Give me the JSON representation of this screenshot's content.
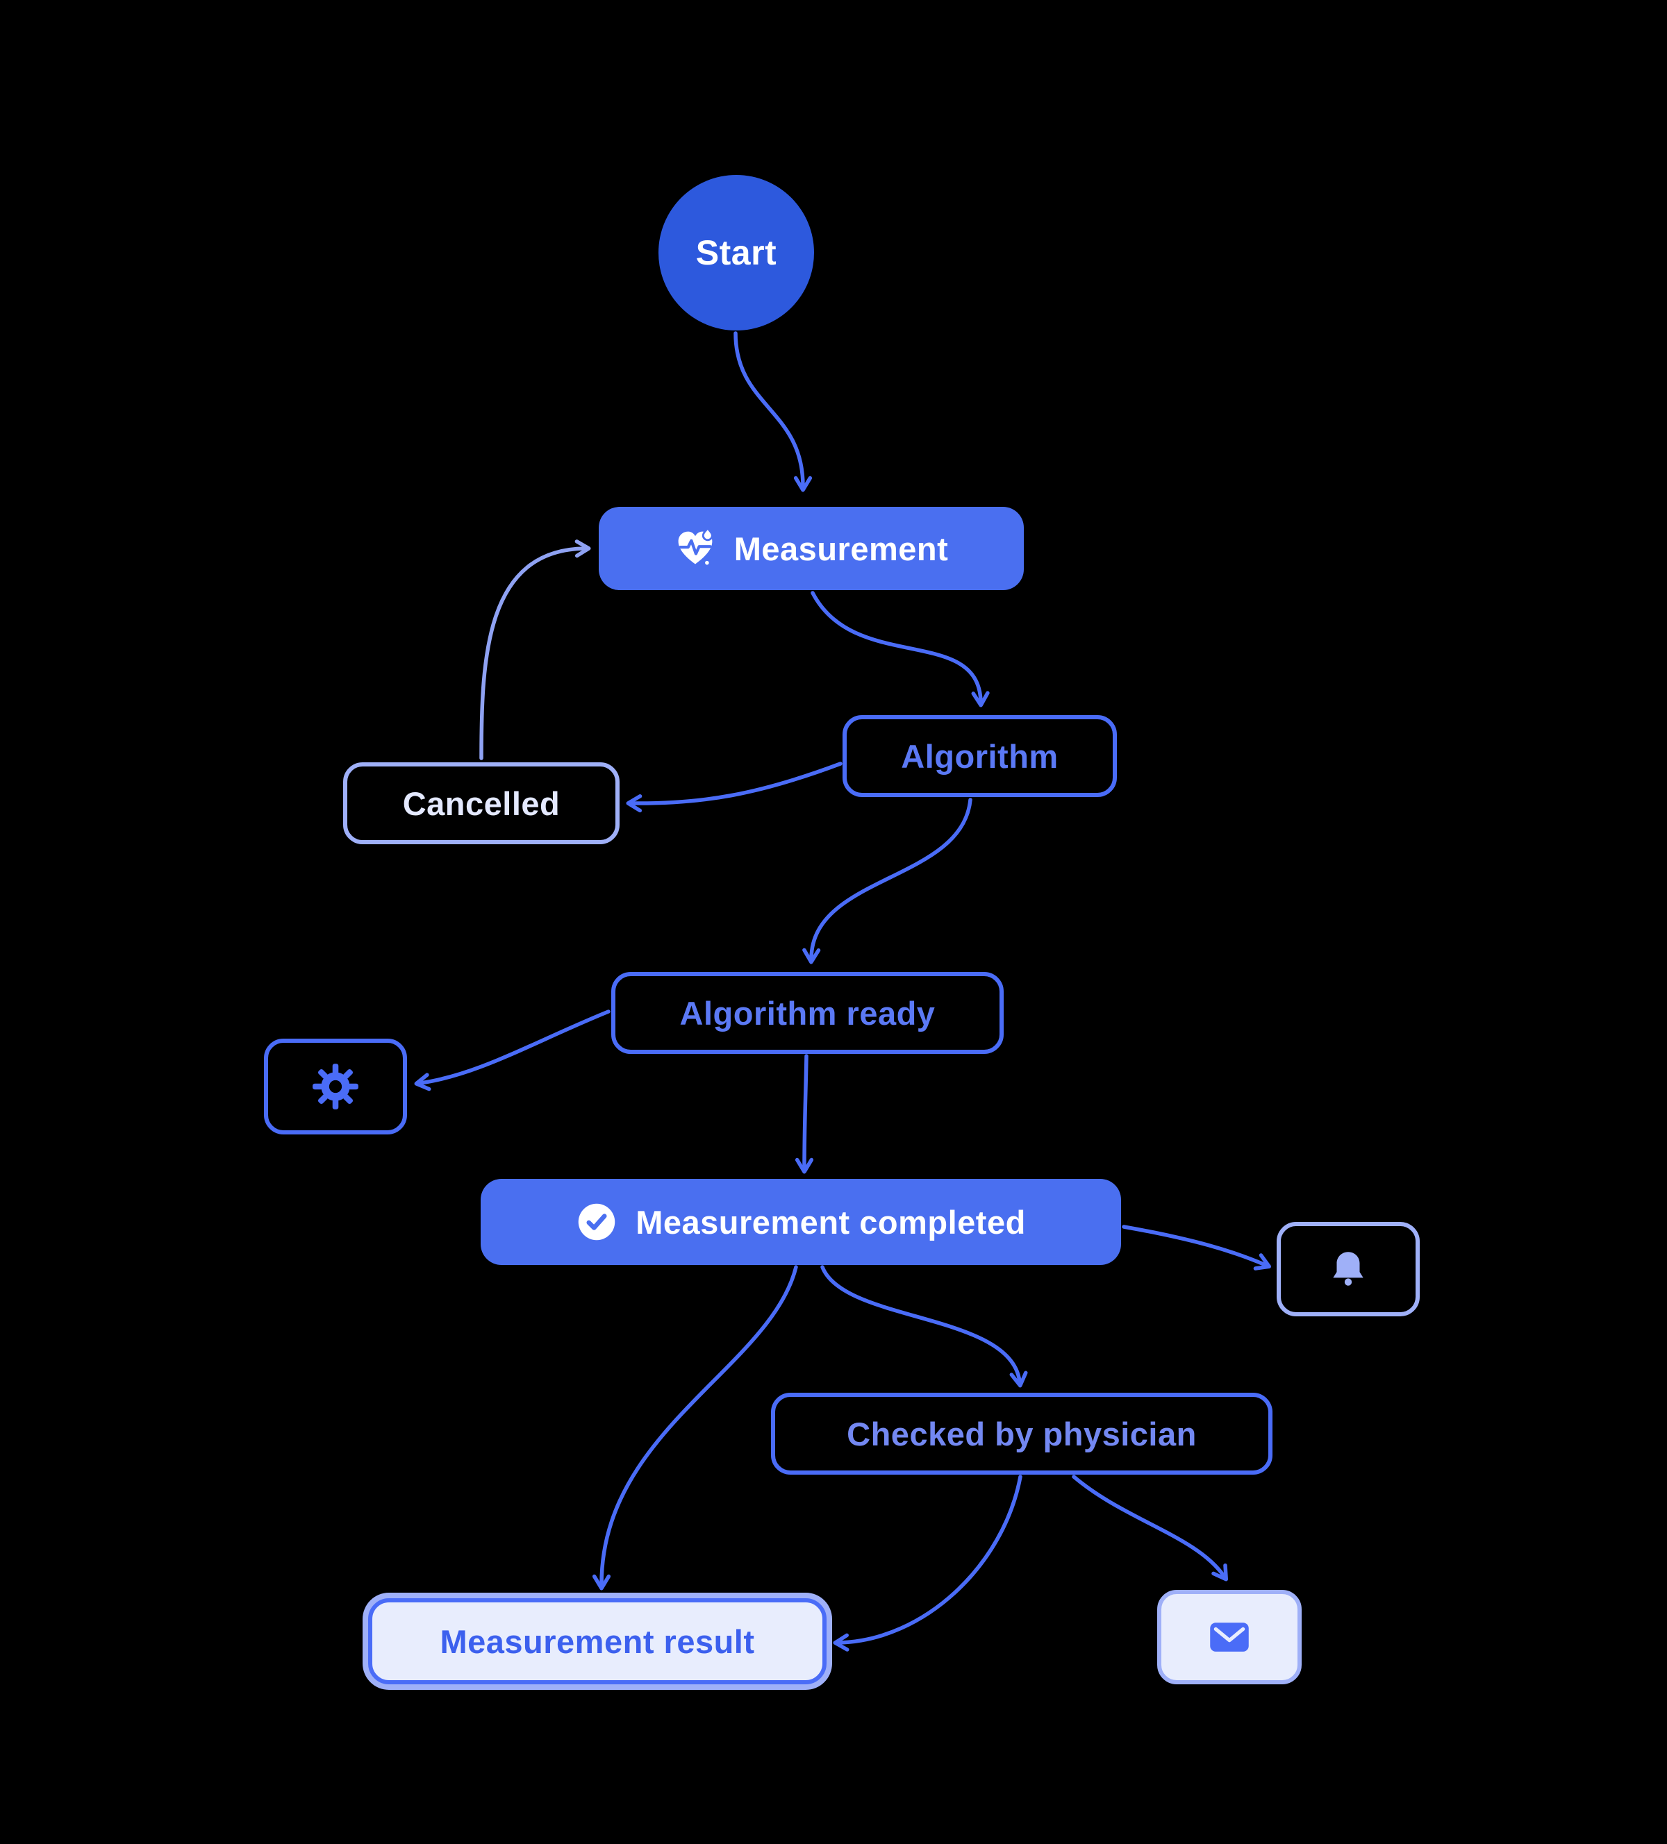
{
  "diagram": {
    "type": "flowchart",
    "background": "#000000",
    "nodes": {
      "start": {
        "label": "Start",
        "kind": "start-circle"
      },
      "measurement": {
        "label": "Measurement",
        "icon": "heart-pulse-icon",
        "kind": "filled"
      },
      "algorithm": {
        "label": "Algorithm",
        "kind": "outlined"
      },
      "cancelled": {
        "label": "Cancelled",
        "kind": "outlined-light"
      },
      "algorithm_ready": {
        "label": "Algorithm ready",
        "kind": "outlined"
      },
      "settings": {
        "label": "",
        "icon": "gear-icon",
        "kind": "outlined-icon"
      },
      "measurement_completed": {
        "label": "Measurement completed",
        "icon": "check-circle-icon",
        "kind": "filled"
      },
      "notification": {
        "label": "",
        "icon": "bell-icon",
        "kind": "outlined-icon-light"
      },
      "checked_by_physician": {
        "label": "Checked by physician",
        "kind": "outlined"
      },
      "measurement_result": {
        "label": "Measurement result",
        "kind": "result"
      },
      "message": {
        "label": "",
        "icon": "envelope-icon",
        "kind": "light-icon"
      }
    },
    "edges": [
      {
        "from": "start",
        "to": "measurement"
      },
      {
        "from": "measurement",
        "to": "algorithm"
      },
      {
        "from": "algorithm",
        "to": "cancelled"
      },
      {
        "from": "cancelled",
        "to": "measurement"
      },
      {
        "from": "algorithm",
        "to": "algorithm_ready"
      },
      {
        "from": "algorithm_ready",
        "to": "settings"
      },
      {
        "from": "algorithm_ready",
        "to": "measurement_completed"
      },
      {
        "from": "measurement_completed",
        "to": "notification"
      },
      {
        "from": "measurement_completed",
        "to": "checked_by_physician"
      },
      {
        "from": "measurement_completed",
        "to": "measurement_result"
      },
      {
        "from": "checked_by_physician",
        "to": "measurement_result"
      },
      {
        "from": "checked_by_physician",
        "to": "message"
      }
    ],
    "colors": {
      "background": "#000000",
      "edge": "#4a6cf7",
      "edge_light": "#8fa2f3",
      "node_fill": "#4a6ff0",
      "start_fill": "#2d59dd",
      "outline": "#4a6cf7",
      "outline_light": "#9fb0f8",
      "text_on_fill": "#ffffff",
      "text_blue": "#5b79f5",
      "text_blue_soft": "#7388f2",
      "text_light": "#e4e9ff",
      "result_fill": "#e8edfd",
      "result_text": "#3c60ee"
    }
  }
}
